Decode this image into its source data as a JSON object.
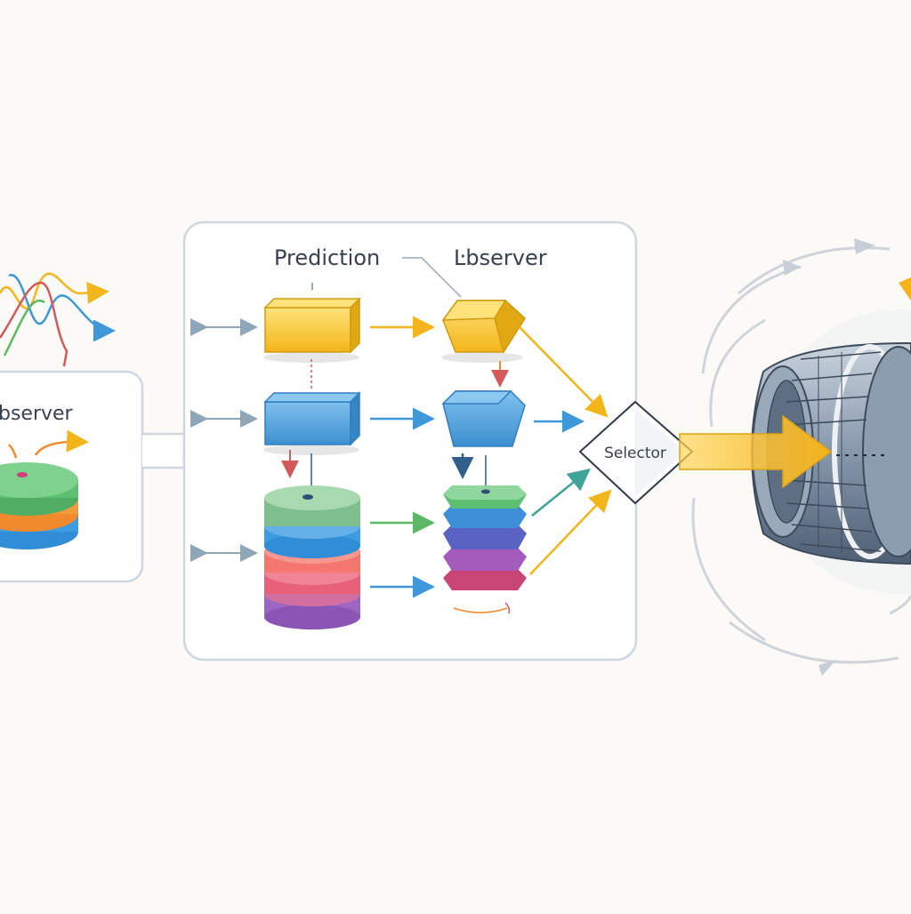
{
  "left_panel": {
    "title": "bserver"
  },
  "main_panel": {
    "prediction_label": "Prediction",
    "observer_label": "Ŀbserver"
  },
  "selector": {
    "label": "Selector"
  },
  "colors": {
    "yellow": "#f5c21b",
    "blue": "#4aa3e0",
    "green": "#5cbf72",
    "orange": "#f08a2c",
    "purple": "#9c67c4",
    "pink": "#e8607a",
    "panel_border": "#cfd6de",
    "arrow_gray": "#8fa6b8",
    "engine_steel": "#6d7f95"
  },
  "icons": {
    "left_stack": "disk-stack-icon",
    "engine": "turbine-engine-icon",
    "selector_shape": "diamond-icon"
  }
}
